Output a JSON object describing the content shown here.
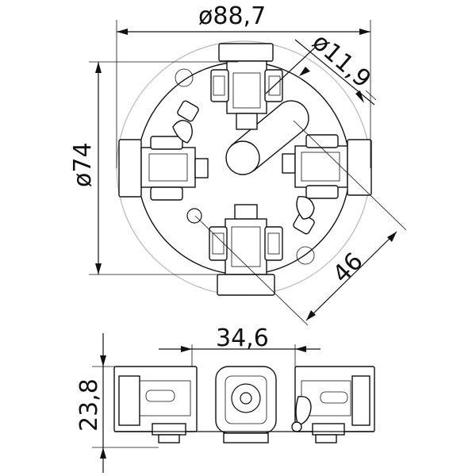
{
  "dimensions": {
    "outer_diameter": "ø88,7",
    "center_hole": "ø11,9",
    "plate_diameter": "ø74",
    "diagonal": "46",
    "width": "34,6",
    "height": "23,8"
  }
}
